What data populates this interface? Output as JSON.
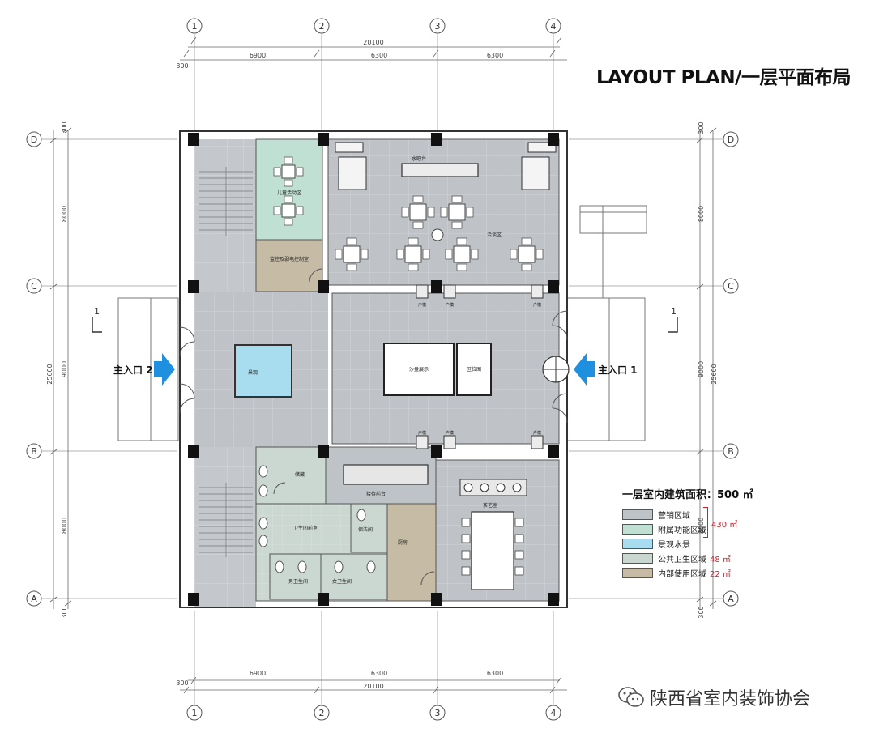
{
  "title": "LAYOUT PLAN/一层平面布局",
  "grid": {
    "columns": [
      "1",
      "2",
      "3",
      "4"
    ],
    "rows": [
      "D",
      "C",
      "B",
      "A"
    ]
  },
  "dimensions": {
    "top_total": "20100",
    "top_segments": [
      "6900",
      "6300",
      "6300"
    ],
    "top_edge": "300",
    "bottom_total": "20100",
    "bottom_segments": [
      "6900",
      "6300",
      "6300"
    ],
    "bottom_edge": "300",
    "left_total": "25600",
    "left_segments": [
      "8000",
      "9000",
      "8000"
    ],
    "left_edges": [
      "300",
      "300"
    ],
    "right_total": "25600",
    "right_segments": [
      "8000",
      "9000",
      "8000"
    ],
    "right_edges": [
      "300",
      "300"
    ]
  },
  "rooms": {
    "kids_area": "儿童活动区",
    "monitor_room": "监控及弱电控制室",
    "water_bar": "水吧台",
    "negotiation": "洽谈区",
    "sand_table": "沙盘展示",
    "location_map": "区位图",
    "landscape": "景观",
    "reception": "接待前台",
    "tea_room": "茶艺室",
    "kitchen": "厨房",
    "storage": "储藏",
    "mop_room": "保洁间",
    "restroom_front": "卫生间前室",
    "male_wc": "男卫生间",
    "female_wc": "女卫生间",
    "column_labels": [
      "户模",
      "户模",
      "户模",
      "户模",
      "户模",
      "户模"
    ]
  },
  "entrances": {
    "main_1": "主入口 1",
    "main_2": "主入口 2"
  },
  "section_marks": [
    "1",
    "1"
  ],
  "legend": {
    "title": "一层室内建筑面积：500 ㎡",
    "items": [
      {
        "label": "营销区域",
        "color": "#bec3c8",
        "area": ""
      },
      {
        "label": "附属功能区域",
        "color": "#bfe0d2",
        "area": ""
      },
      {
        "label": "景观水景",
        "color": "#a8dcef",
        "area": ""
      },
      {
        "label": "公共卫生区域",
        "color": "#cad6d0",
        "area": "48 ㎡"
      },
      {
        "label": "内部使用区域",
        "color": "#c6bba4",
        "area": "22 ㎡"
      }
    ],
    "bracket_area": "430 ㎡",
    "area_color": "#d0202a"
  },
  "watermark": "陕西省室内装饰协会"
}
